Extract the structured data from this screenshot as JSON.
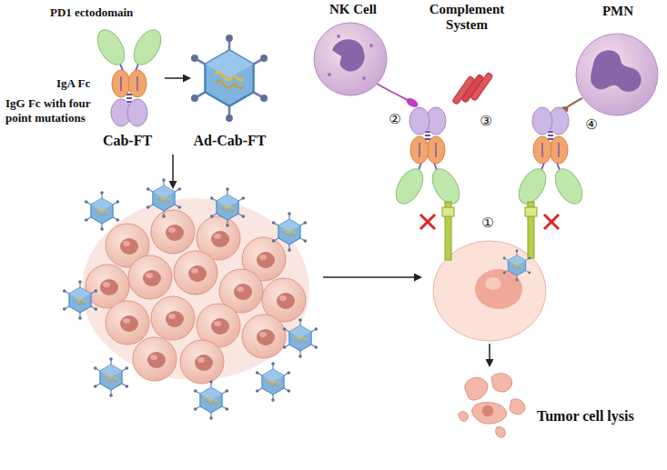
{
  "diagram": {
    "nodes": [
      {
        "text": [
          "Cab-FT"
        ]
      },
      {
        "text": [
          "Ad-Cab-FT"
        ]
      },
      {
        "text": [
          "NK Cell"
        ]
      },
      {
        "text": [
          "Complement System"
        ]
      },
      {
        "text": [
          "PMN"
        ]
      }
    ],
    "edges": [
      {
        "from": 0,
        "to": 1,
        "arrow": "to"
      }
    ],
    "labels": [
      "PD1 ectodomain",
      "IgA Fc",
      "IgG Fc with four point mutations",
      "②",
      "③",
      "①",
      "④",
      "Tumor cell lysis"
    ]
  }
}
